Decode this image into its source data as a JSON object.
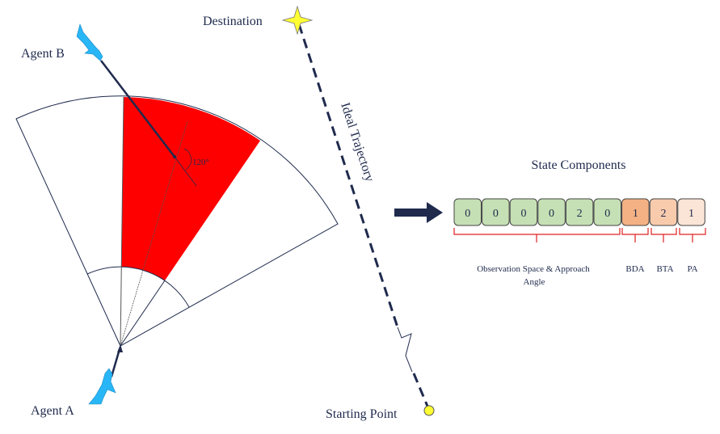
{
  "labels": {
    "destination": "Destination",
    "agent_b": "Agent B",
    "agent_a": "Agent A",
    "starting_point": "Starting Point",
    "ideal_trajectory": "Ideal Trajectory",
    "angle": "120°"
  },
  "state": {
    "title": "State Components",
    "cells": [
      {
        "value": "0",
        "color": "#c5e0b4"
      },
      {
        "value": "0",
        "color": "#c5e0b4"
      },
      {
        "value": "0",
        "color": "#c5e0b4"
      },
      {
        "value": "0",
        "color": "#c5e0b4"
      },
      {
        "value": "2",
        "color": "#c5e0b4"
      },
      {
        "value": "0",
        "color": "#c5e0b4"
      },
      {
        "value": "1",
        "color": "#f4b183"
      },
      {
        "value": "2",
        "color": "#f8cbad"
      },
      {
        "value": "1",
        "color": "#fbe5d6"
      }
    ],
    "groups": {
      "obs_line1": "Observation Space & Approach",
      "obs_line2": "Angle",
      "bda": "BDA",
      "bta": "BTA",
      "pa": "PA"
    }
  },
  "colors": {
    "sector": "#ff0000",
    "line": "#1f2a4d",
    "agent": "#29b6f6",
    "star": "#ffff33",
    "brace": "#e02020"
  }
}
